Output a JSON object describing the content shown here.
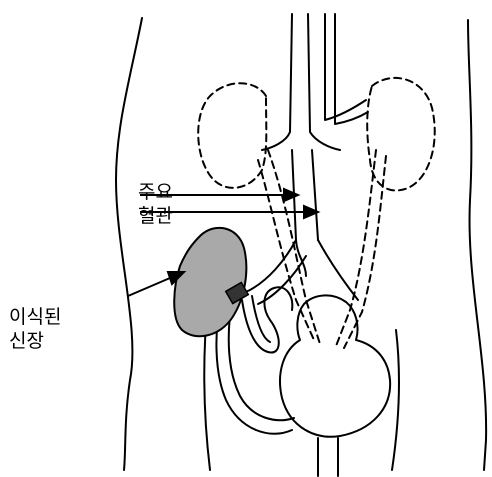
{
  "labels": {
    "vessels": [
      "주요",
      "혈관"
    ],
    "transplanted_kidney": [
      "이식된",
      "신장"
    ]
  },
  "colors": {
    "outline": "#000000",
    "kidney_fill": "#a9a9a9",
    "background": "#ffffff"
  }
}
